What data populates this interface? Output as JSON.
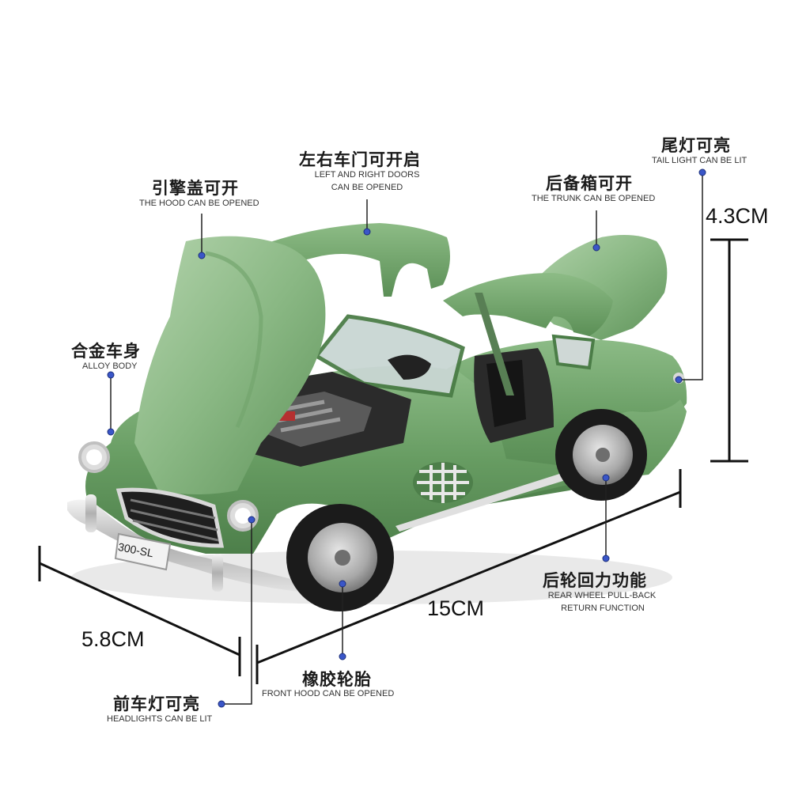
{
  "features": {
    "hood": {
      "cn": "引擎盖可开",
      "en": "THE HOOD CAN BE OPENED"
    },
    "doors": {
      "cn": "左右车门可开启",
      "en1": "LEFT AND RIGHT DOORS",
      "en2": "CAN BE OPENED"
    },
    "trunk": {
      "cn": "后备箱可开",
      "en": "THE TRUNK CAN BE OPENED"
    },
    "tail_light": {
      "cn": "尾灯可亮",
      "en": "TAIL LIGHT CAN BE LIT"
    },
    "body": {
      "cn": "合金车身",
      "en": "ALLOY BODY"
    },
    "rear_wheel": {
      "cn": "后轮回力功能",
      "en1": "REAR WHEEL PULL-BACK",
      "en2": "RETURN FUNCTION"
    },
    "tires": {
      "cn": "橡胶轮胎",
      "en": "FRONT HOOD CAN BE OPENED"
    },
    "headlights": {
      "cn": "前车灯可亮",
      "en": "HEADLIGHTS CAN BE LIT"
    }
  },
  "dimensions": {
    "height": "4.3CM",
    "length": "15CM",
    "width": "5.8CM"
  },
  "plate": "300-SL",
  "colors": {
    "body_green": "#6fa06a",
    "dot_blue": "#3a56c8",
    "line": "#222222"
  }
}
